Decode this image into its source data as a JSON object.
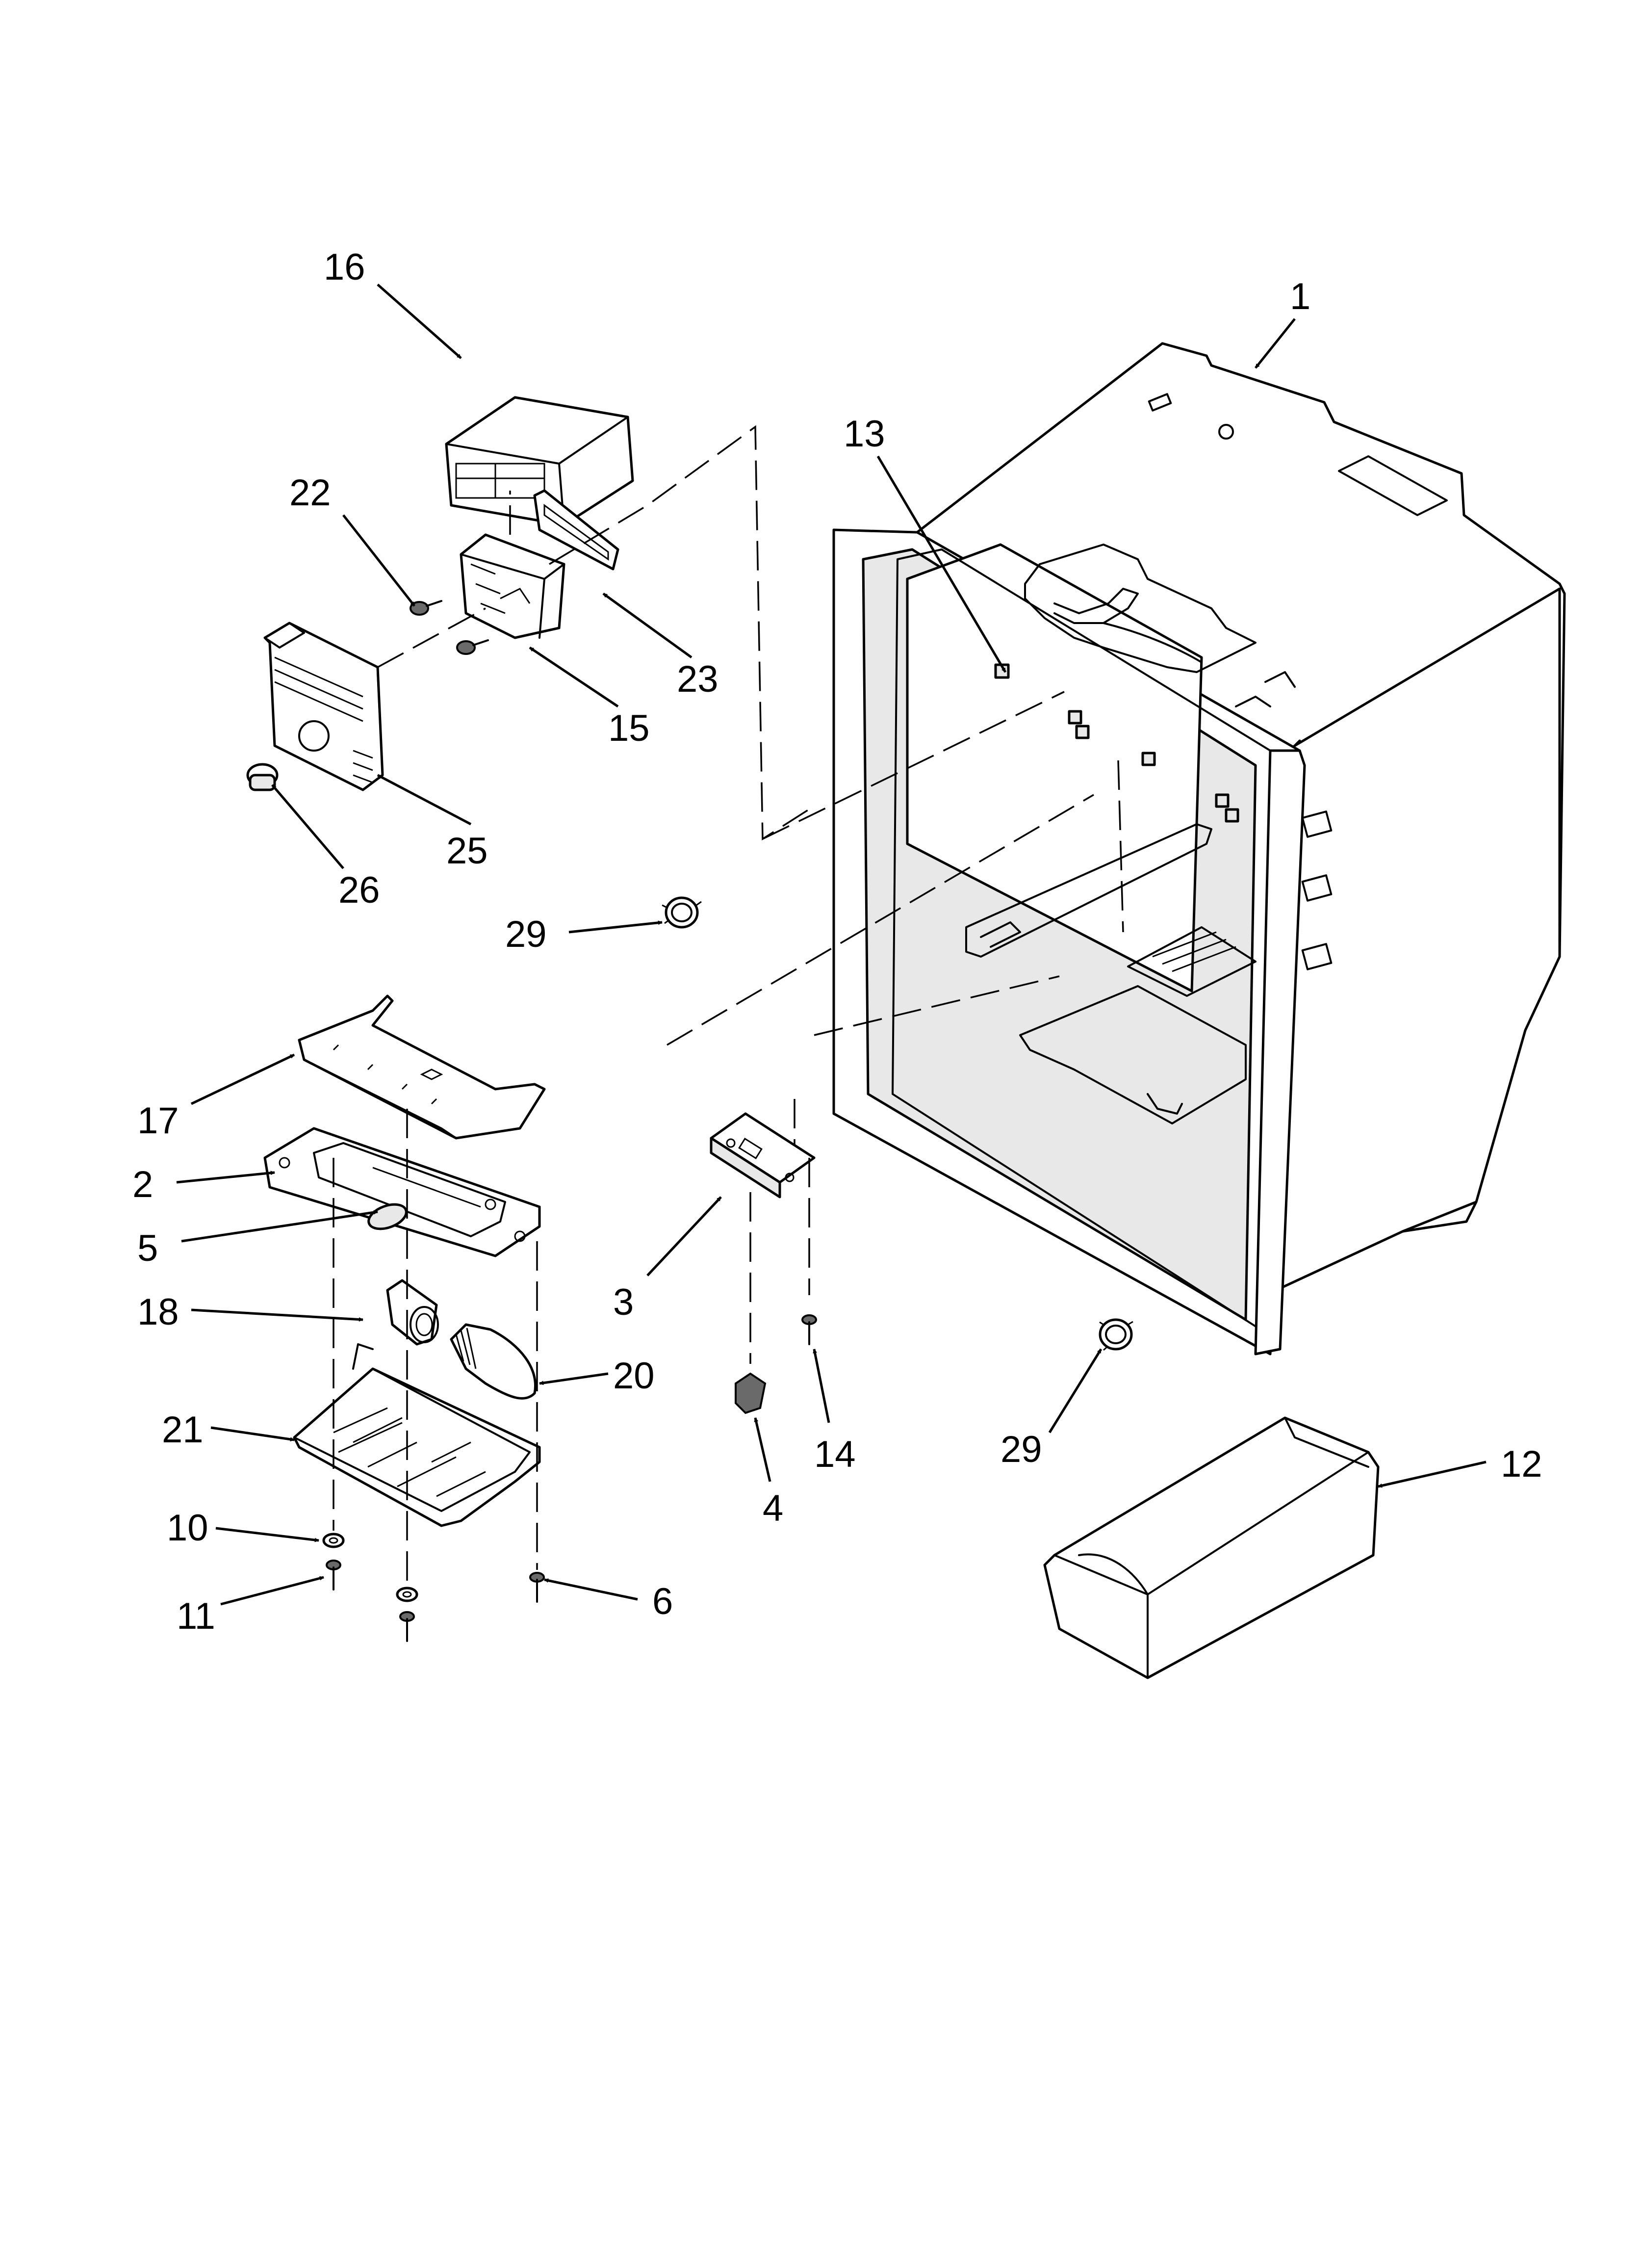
{
  "diagram": {
    "callouts": {
      "c1": "1",
      "c2": "2",
      "c3": "3",
      "c4": "4",
      "c5": "5",
      "c6": "6",
      "c10": "10",
      "c11": "11",
      "c12": "12",
      "c13": "13",
      "c14": "14",
      "c15": "15",
      "c16": "16",
      "c17": "17",
      "c18": "18",
      "c20": "20",
      "c21": "21",
      "c22": "22",
      "c23": "23",
      "c25": "25",
      "c26": "26",
      "c29a": "29",
      "c29b": "29"
    }
  }
}
